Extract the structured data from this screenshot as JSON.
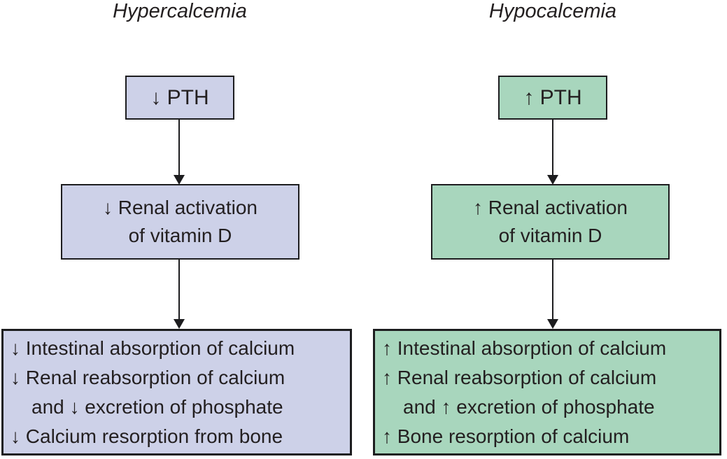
{
  "page": {
    "background": "#ffffff",
    "text_color": "#231f20",
    "border_color": "#1d1d1f"
  },
  "columns": [
    {
      "title": "Hypercalcemia",
      "fill_color": "#cdd1e8",
      "pth_label": "↓ PTH",
      "renal_line1": "↓ Renal activation",
      "renal_line2": "of vitamin D",
      "effects": [
        "↓ Intestinal absorption of calcium",
        "↓ Renal reabsorption of calcium",
        "and ↓ excretion of phosphate",
        "↓ Calcium resorption from bone"
      ]
    },
    {
      "title": "Hypocalcemia",
      "fill_color": "#a8d6bd",
      "pth_label": "↑ PTH",
      "renal_line1": "↑ Renal activation",
      "renal_line2": "of vitamin D",
      "effects": [
        "↑ Intestinal absorption of calcium",
        "↑ Renal reabsorption of calcium",
        "and ↑ excretion of phosphate",
        "↑ Bone resorption of calcium"
      ]
    }
  ]
}
